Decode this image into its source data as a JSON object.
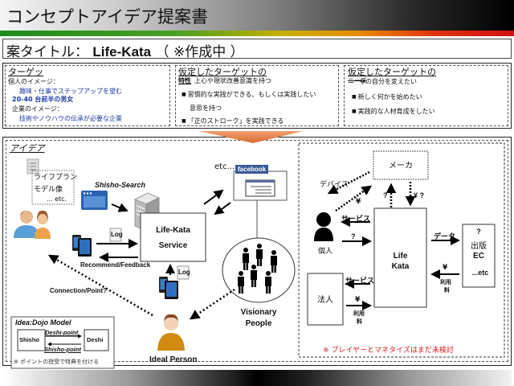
{
  "header": {
    "title": "コンセプトアイデア提案書",
    "plan_title_prefix": "案タイトル：",
    "plan_title_name": "Life-Kata",
    "plan_title_suffix": "（ ※作成中 ）"
  },
  "target": {
    "heading": "ターゲッ",
    "individual_label": "個人のイメージ：",
    "individual_desc_1": "趣味・仕事でステップアップを望む",
    "individual_desc_2": "20-40 台前半の男女",
    "company_label": "企業のイメージ：",
    "company_desc": "技術やノウハウの伝承が必要な企業"
  },
  "traits": {
    "heading": "仮定したターゲットの",
    "overlap": "特性",
    "items": [
      "上心や現状改善意識を持つ",
      "習慣的な実践ができる、もしくは実践したい",
      "意思を持つ",
      "「正のストローク」を実践できる"
    ]
  },
  "needs": {
    "heading": "仮定したターゲットの",
    "overlap": "ニーズ",
    "items": [
      "今の自分を変えたい",
      "新しく何かを始めたい",
      "実践的な人材育成をしたい"
    ]
  },
  "idea": {
    "heading": "アイデア",
    "doc_lines": [
      "ライフプラン",
      "モデル像",
      "... etc."
    ],
    "shisho_search": "Shisho-Search",
    "service_line1": "Life-Kata",
    "service_line2": "Service",
    "log_label": "Log",
    "recommend_feedback": "Recommend/Feedback",
    "connection_point": "Connection/Point?",
    "etc_label": "etc...",
    "facebook_label": "facebook",
    "visionary_line1": "Visionary",
    "visionary_line2": "People",
    "ideal_person": "Ideal Person",
    "dojo": {
      "title": "Idea:Dojo Model",
      "shisho": "Shisho",
      "deshi": "Deshi",
      "deshi_point": "Deshi-point",
      "shisho_point": "Shisho-point",
      "note": "※ ポイントの授受で特典を付ける"
    }
  },
  "business": {
    "maker": "メーカ",
    "device": "デバイス",
    "yen": "¥",
    "question": "?",
    "yen_question": "¥ ?",
    "service": "サービス",
    "individual": "個人",
    "corporate": "法人",
    "lifekata_line1": "Life",
    "lifekata_line2": "Kata",
    "data_label": "データ",
    "usage_fee_1": "利用",
    "usage_fee_2": "料",
    "partners": [
      "?",
      "出版",
      "EC",
      "...etc"
    ],
    "note": "※ プレイヤーとマネタイズはまだ未検討",
    "note_color": "#d42020"
  },
  "colors": {
    "accent_blue": "#1a3aa8",
    "facebook_blue": "#3b5998",
    "arrow_orange": "#e8804a"
  }
}
